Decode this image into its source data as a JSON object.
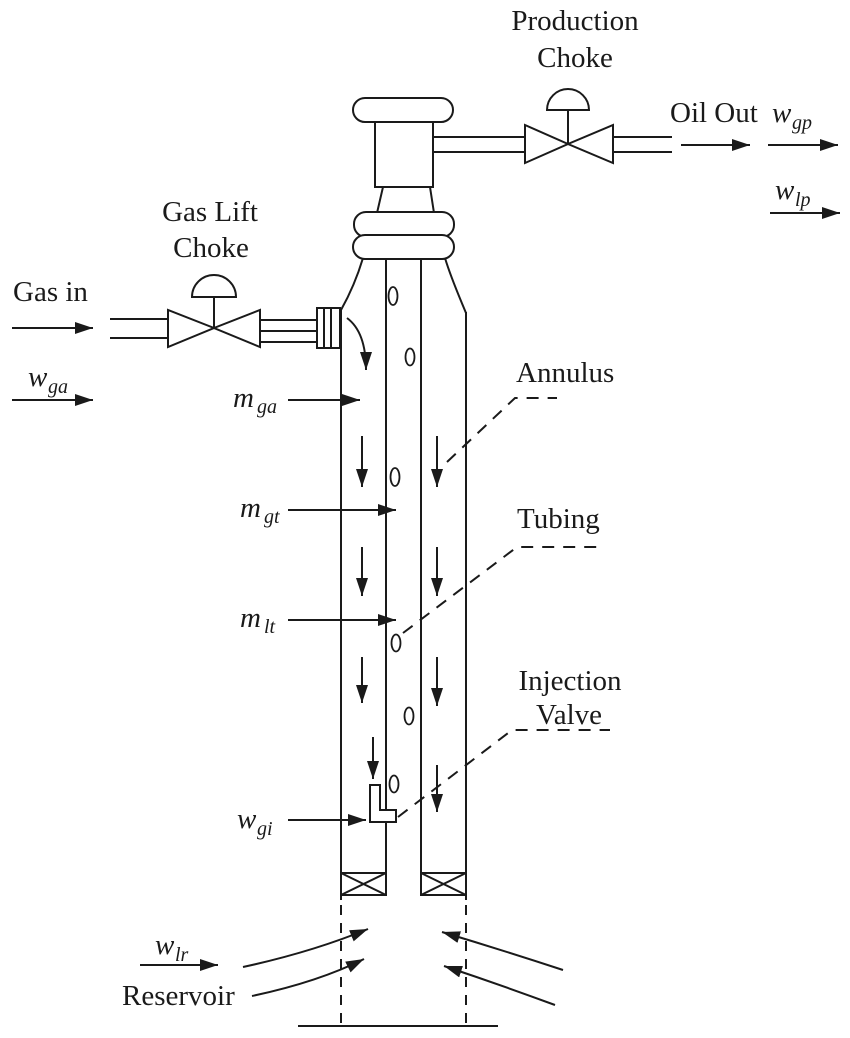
{
  "diagram_title": "Gas-lifted oil well schematic",
  "colors": {
    "line": "#1a1a1a",
    "background": "#ffffff"
  },
  "labels": {
    "production_choke_1": "Production",
    "production_choke_2": "Choke",
    "gas_lift_choke_1": "Gas Lift",
    "gas_lift_choke_2": "Choke",
    "oil_out": "Oil Out",
    "gas_in": "Gas in",
    "annulus": "Annulus",
    "tubing": "Tubing",
    "injection_valve_1": "Injection",
    "injection_valve_2": "Valve",
    "reservoir": "Reservoir"
  },
  "flows": {
    "w_gp": {
      "base": "w",
      "sub": "gp"
    },
    "w_lp": {
      "base": "w",
      "sub": "lp"
    },
    "w_ga": {
      "base": "w",
      "sub": "ga"
    },
    "m_ga": {
      "base": "m",
      "sub": "ga"
    },
    "m_gt": {
      "base": "m",
      "sub": "gt"
    },
    "m_lt": {
      "base": "m",
      "sub": "lt"
    },
    "w_gi": {
      "base": "w",
      "sub": "gi"
    },
    "w_lr": {
      "base": "w",
      "sub": "lr"
    }
  }
}
